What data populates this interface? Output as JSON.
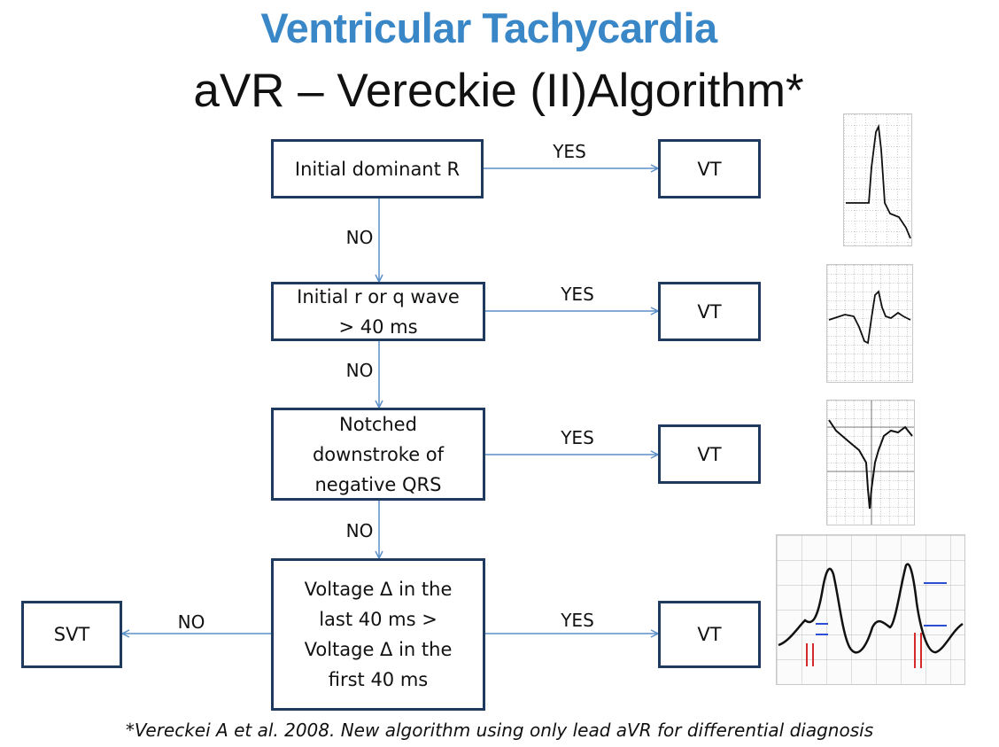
{
  "title": "Ventricular Tachycardia",
  "subtitle": "aVR – Vereckie (II)Algorithm*",
  "steps": [
    {
      "question": "Initial dominant R",
      "yes_label": "YES",
      "yes_result": "VT",
      "no_label": "NO"
    },
    {
      "question": "Initial r or q wave\n> 40 ms",
      "yes_label": "YES",
      "yes_result": "VT",
      "no_label": "NO"
    },
    {
      "question": "Notched\ndownstroke of\nnegative QRS",
      "yes_label": "YES",
      "yes_result": "VT",
      "no_label": "NO"
    },
    {
      "question": "Voltage Δ in the\nlast 40 ms >\nVoltage Δ in the\nfirst 40 ms",
      "yes_label": "YES",
      "yes_result": "VT",
      "no_label": "NO",
      "no_result": "SVT"
    }
  ],
  "ecg_images": [
    "ecg-dominant-r-icon",
    "ecg-initial-q-icon",
    "ecg-notched-downstroke-icon",
    "ecg-voltage-ratio-icon"
  ],
  "colors": {
    "title": "#3a87c8",
    "box_border": "#1f3a5f",
    "arrow": "#5b8fc7",
    "ecg_red": "#d42a2a",
    "ecg_blue": "#2a4fd4"
  },
  "citation": "*Vereckei A et al. 2008.  New algorithm using only lead aVR for differential diagnosis"
}
